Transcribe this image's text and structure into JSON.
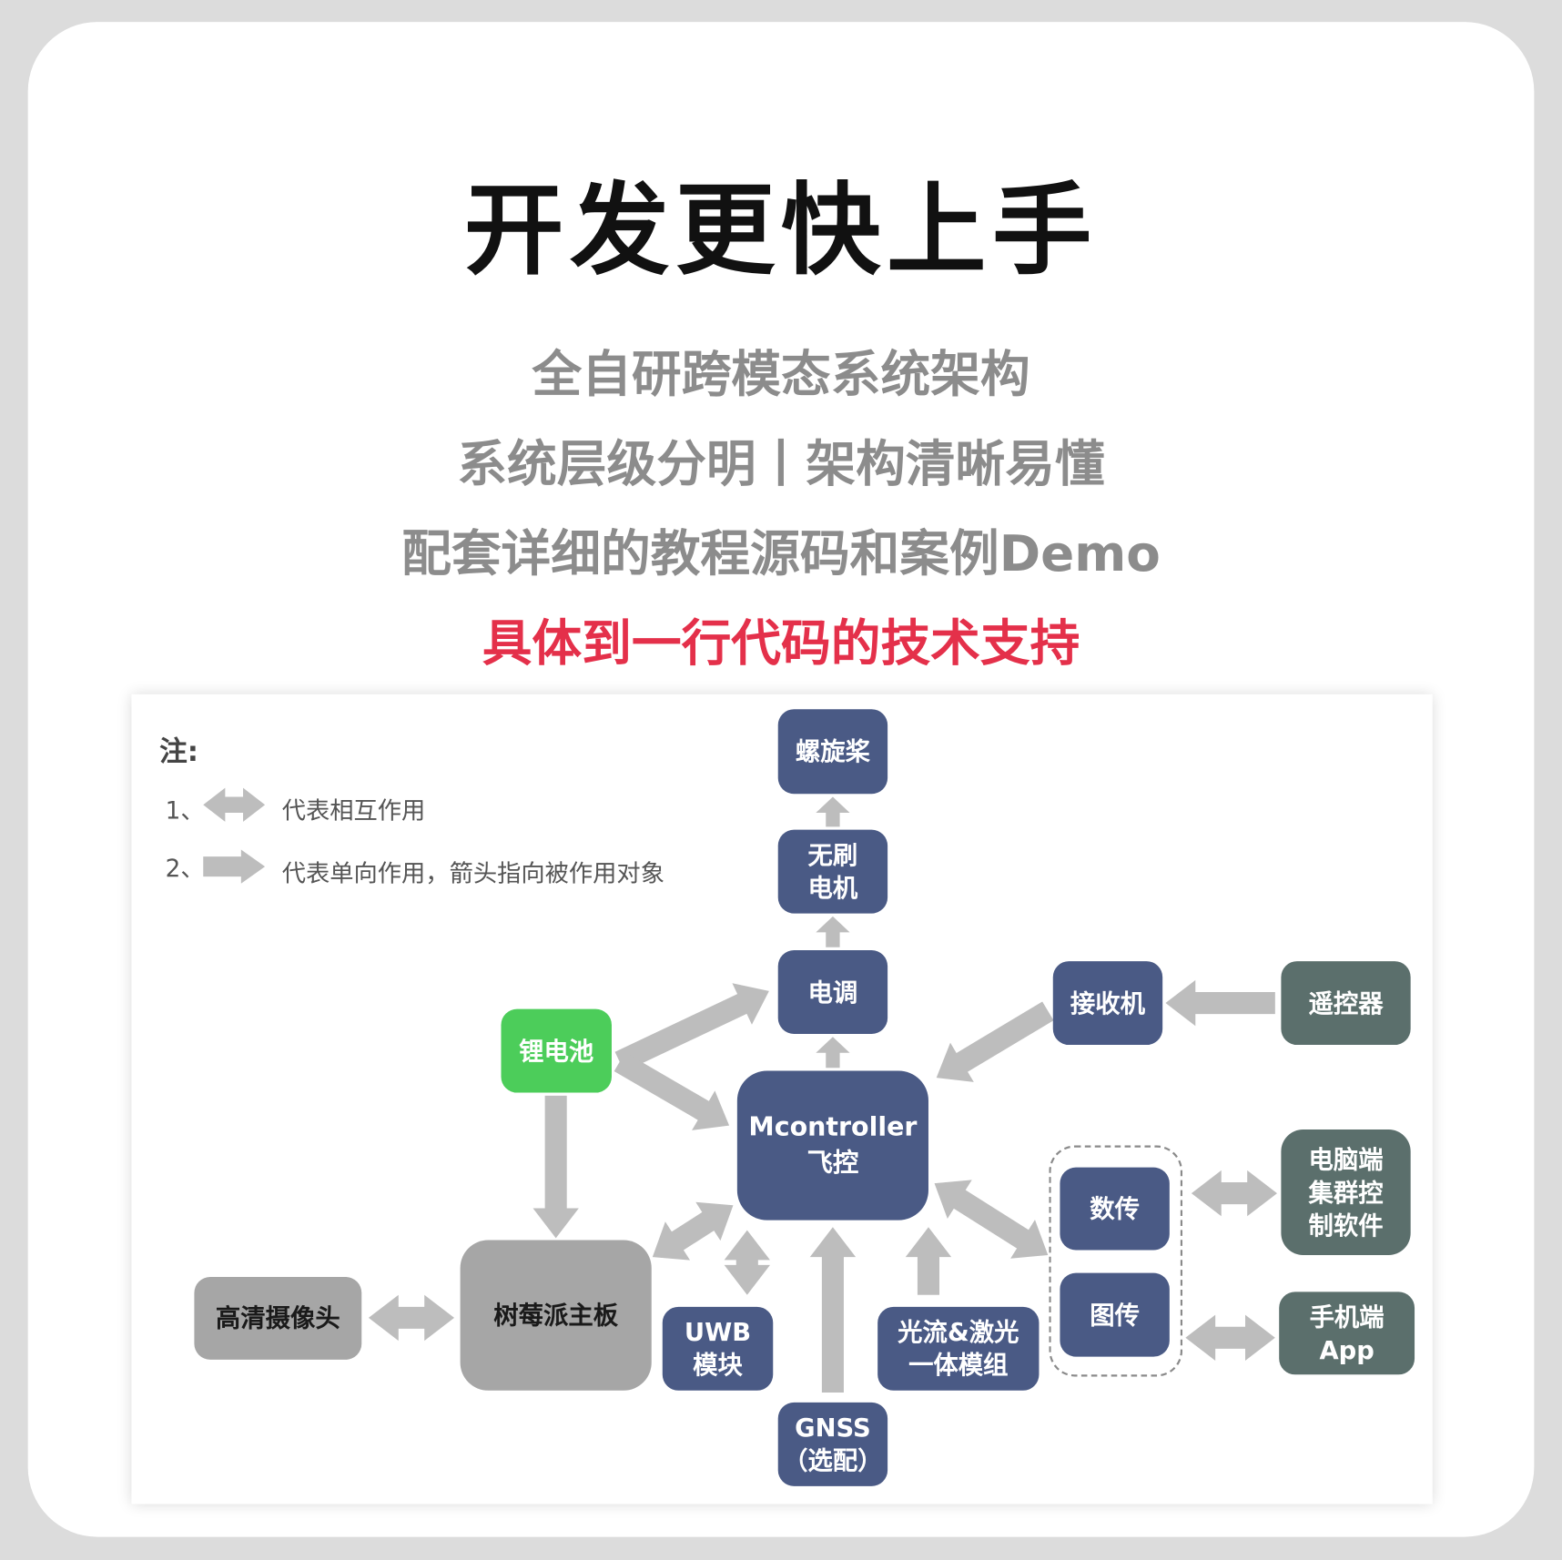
{
  "title": "开发更快上手",
  "subtitles": [
    "全自研跨模态系统架构",
    "系统层级分明丨架构清晰易懂",
    "配套详细的教程源码和案例Demo"
  ],
  "highlight": "具体到一行代码的技术支持",
  "legend": {
    "heading": "注:",
    "item1_num": "1、",
    "item1_text": "代表相互作用",
    "item2_num": "2、",
    "item2_text": "代表单向作用，箭头指向被作用对象"
  },
  "nodes": {
    "propeller": "螺旋桨",
    "motor": "无刷\n电机",
    "esc": "电调",
    "controller": "Mcontroller\n飞控",
    "receiver": "接收机",
    "remote": "遥控器",
    "battery": "锂电池",
    "raspberry": "树莓派主板",
    "camera": "高清摄像头",
    "uwb": "UWB\n模块",
    "optical": "光流&激光\n一体模组",
    "gnss": "GNSS\n（选配）",
    "datalink": "数传",
    "videolink": "图传",
    "pc": "电脑端\n集群控\n制软件",
    "phone": "手机端\nApp"
  },
  "colors": {
    "node": "#4a5a85",
    "remote": "#5b6f6c",
    "battery": "#4ccd5a",
    "board": "#a6a6a6",
    "arrow": "#bdbdbd",
    "highlight": "#e4304a"
  }
}
